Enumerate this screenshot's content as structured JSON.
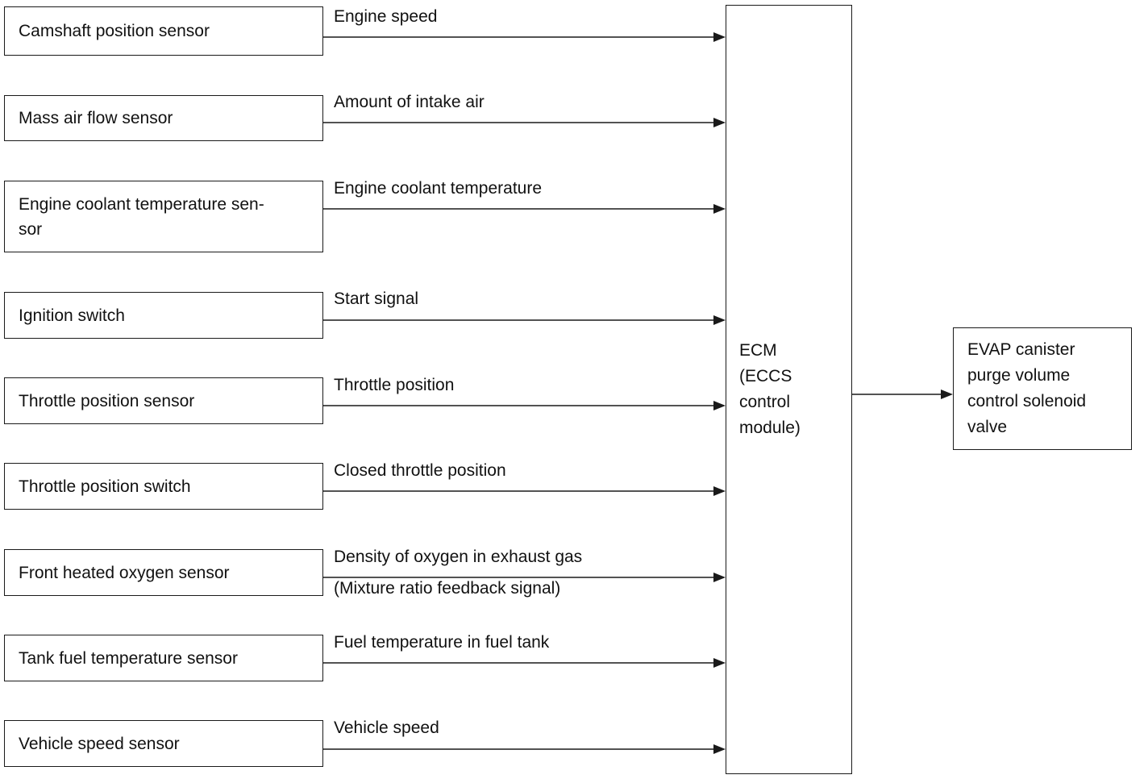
{
  "inputs": [
    {
      "sensor": "Camshaft position sensor",
      "signal": "Engine speed"
    },
    {
      "sensor": "Mass air flow sensor",
      "signal": "Amount of intake air"
    },
    {
      "sensor": "Engine coolant temperature sen-\nsor",
      "signal": "Engine coolant temperature"
    },
    {
      "sensor": "Ignition switch",
      "signal": "Start signal"
    },
    {
      "sensor": "Throttle position sensor",
      "signal": "Throttle position"
    },
    {
      "sensor": "Throttle position switch",
      "signal": "Closed throttle position"
    },
    {
      "sensor": "Front heated oxygen sensor",
      "signal": "Density of oxygen in exhaust gas",
      "signal_sub": "(Mixture ratio feedback signal)"
    },
    {
      "sensor": "Tank fuel temperature sensor",
      "signal": "Fuel temperature in fuel tank"
    },
    {
      "sensor": "Vehicle speed sensor",
      "signal": "Vehicle speed"
    }
  ],
  "ecm": {
    "label": "ECM\n(ECCS\ncontrol\nmodule)"
  },
  "output": {
    "label": "EVAP canister\npurge volume\ncontrol solenoid\nvalve"
  }
}
